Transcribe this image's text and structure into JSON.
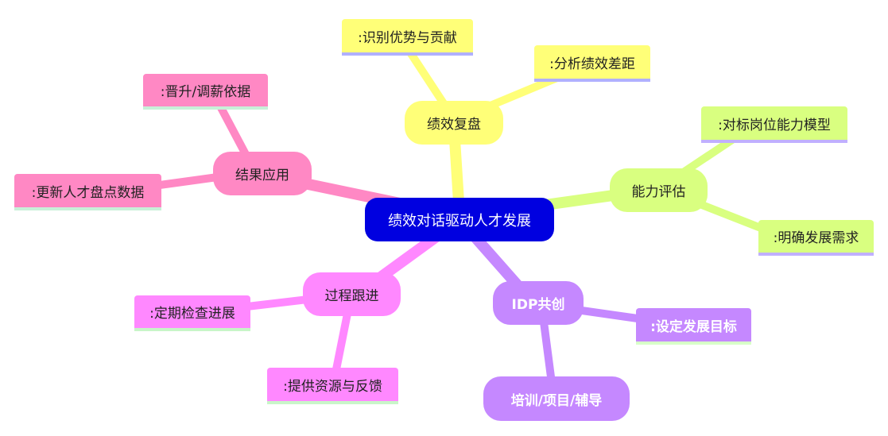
{
  "root": "绩效对话驱动人才发展",
  "branches": [
    {
      "label": "绩效复盘",
      "color": "#ffff78",
      "children": [
        ":识别优势与贡献",
        ":分析绩效差距"
      ]
    },
    {
      "label": "能力评估",
      "color": "#d9ff80",
      "children": [
        ":对标岗位能力模型",
        ":明确发展需求"
      ]
    },
    {
      "label": "IDP共创",
      "color": "#c588ff",
      "children": [
        ":设定发展目标",
        "培训/项目/辅导"
      ]
    },
    {
      "label": "过程跟进",
      "color": "#ff88ff",
      "children": [
        ":定期检查进展",
        ":提供资源与反馈"
      ]
    },
    {
      "label": "结果应用",
      "color": "#ff88c4",
      "children": [
        ":晋升/调薪依据",
        ":更新人才盘点数据"
      ]
    }
  ]
}
